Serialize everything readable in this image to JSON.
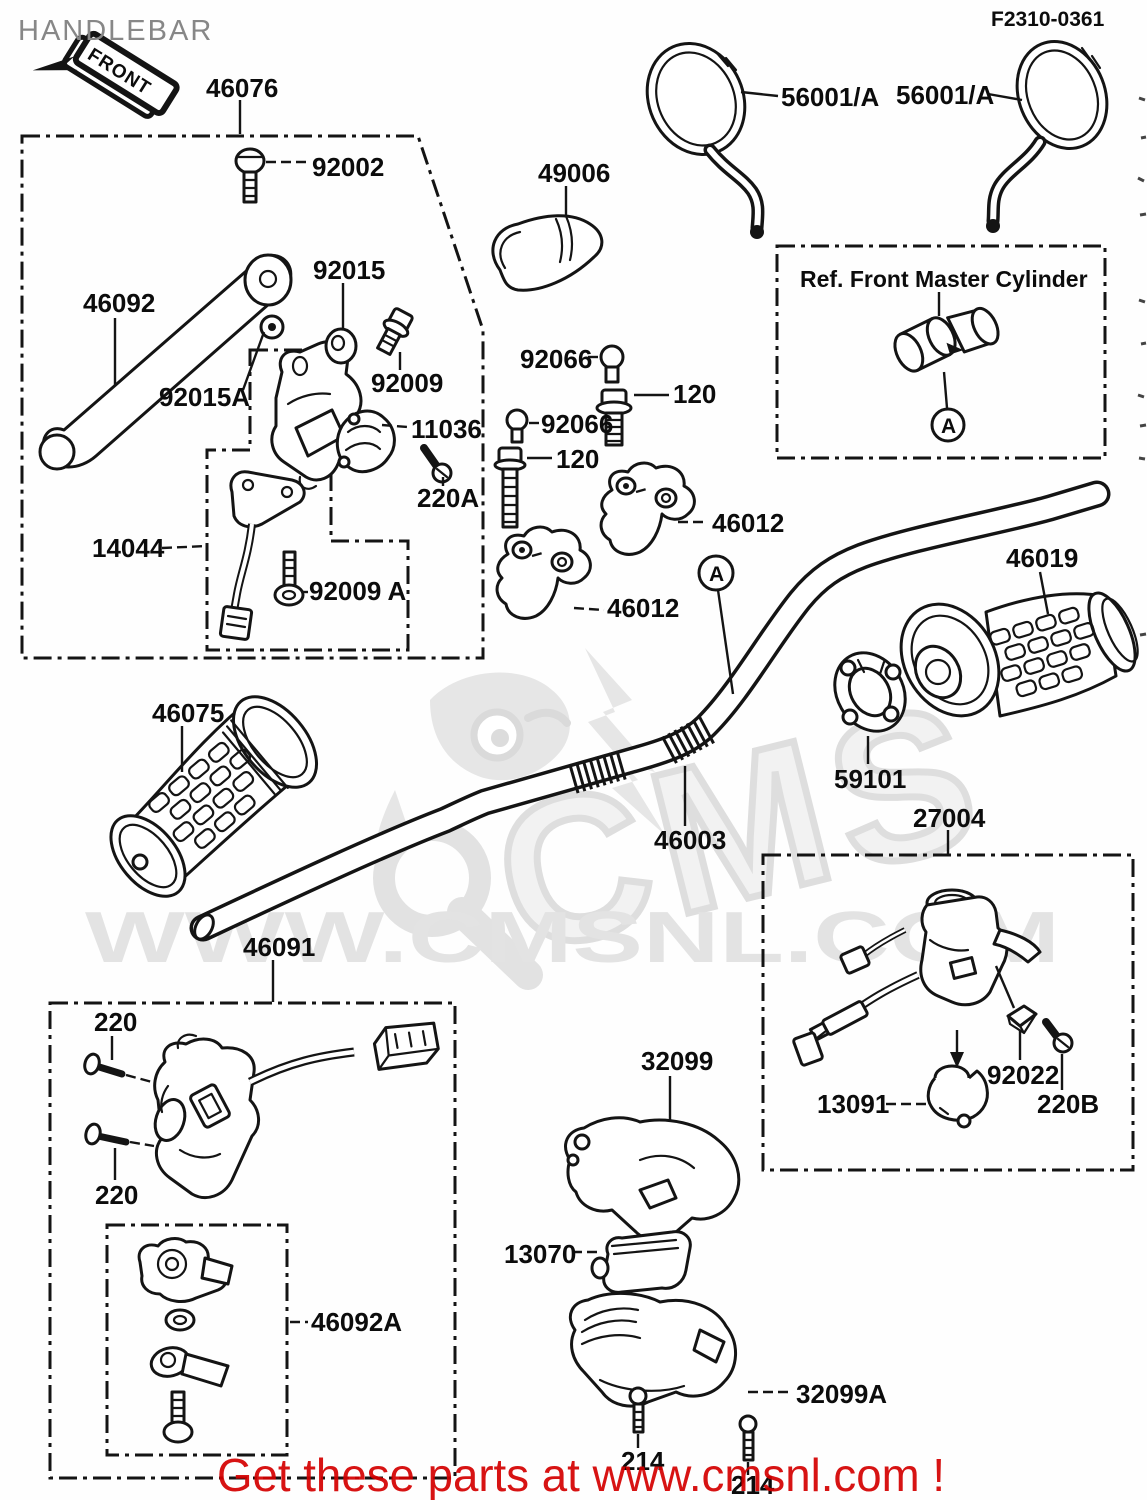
{
  "header": {
    "title": "HANDLEBAR",
    "code": "F2310-0361",
    "front_label": "FRONT"
  },
  "ref_box": {
    "label": "Ref. Front Master Cylinder"
  },
  "callout_a": "A",
  "labels": {
    "p46076": "46076",
    "p92002": "92002",
    "p46092": "46092",
    "p92015": "92015",
    "p92009": "92009",
    "p92015A": "92015A",
    "p11036": "11036",
    "p220A": "220A",
    "p14044": "14044",
    "p92009A": "92009 A",
    "p49006": "49006",
    "p92066_a": "92066",
    "p120_a": "120",
    "p92066_b": "92066",
    "p120_b": "120",
    "p46012_a": "46012",
    "p46012_b": "46012",
    "p56001_a": "56001/A",
    "p56001_b": "56001/A",
    "p46019": "46019",
    "p59101": "59101",
    "p46003": "46003",
    "p46075": "46075",
    "p27004": "27004",
    "p92022": "92022",
    "p220B": "220B",
    "p13091": "13091",
    "p46091": "46091",
    "p220_a": "220",
    "p220_b": "220",
    "p32099": "32099",
    "p13070": "13070",
    "p46092A": "46092A",
    "p32099A": "32099A",
    "p214_a": "214",
    "p214_b": "214"
  },
  "watermark": {
    "brand": "CMS",
    "url": "WWW.CMSNL.COM"
  },
  "footer": {
    "promo": "Get these parts at www.cmsnl.com !"
  },
  "colors": {
    "line": "#141414",
    "title_gray": "#878787",
    "watermark_gray": "#e3e3e3",
    "promo_red": "#d40000",
    "background": "#fefefe"
  }
}
